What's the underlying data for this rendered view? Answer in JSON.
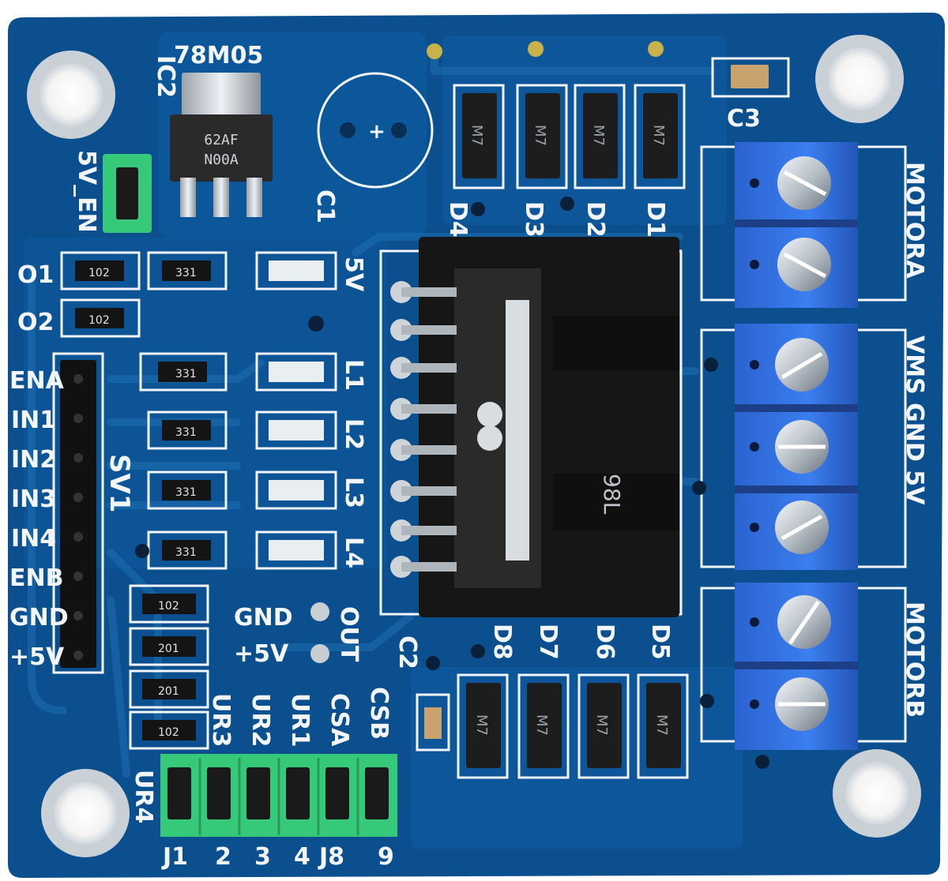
{
  "board": {
    "colors": {
      "board": "#0b4f8e",
      "copper": "#0d5ea3",
      "silkscreen": "#f2f6fb",
      "terminal": "#2f6fe0",
      "jumper": "#37c97a",
      "header": "#111111",
      "heatsink": "#161616",
      "chip": "#2a2a2a"
    }
  },
  "regulator": {
    "part_label": "78M05",
    "ref": "IC2",
    "marking_1": "62AF",
    "marking_2": "N00A"
  },
  "capacitors": {
    "c1": "C1",
    "c2": "C2",
    "c3": "C3",
    "polarity": "+"
  },
  "jumper_5v": {
    "label": "5V_EN"
  },
  "resistor_labels": {
    "o1": "O1",
    "o2": "O2",
    "r102": "102",
    "r331": "331",
    "r201": "201"
  },
  "leds": [
    "5V",
    "L1",
    "L2",
    "L3",
    "L4"
  ],
  "header_pins": [
    "ENA",
    "IN1",
    "IN2",
    "IN3",
    "IN4",
    "ENB",
    "GND",
    "+5V"
  ],
  "header_ref": "SV1",
  "output_pins": {
    "gnd": "GND",
    "vcc": "+5V",
    "out": "OUT"
  },
  "diodes_top": [
    "D4",
    "D3",
    "D2",
    "D1"
  ],
  "diodes_bottom": [
    "D8",
    "D7",
    "D6",
    "D5"
  ],
  "diode_marking": "M7",
  "driver_chip_marking": "98L",
  "terminals": {
    "motora": "MOTORA",
    "power": "VMS GND 5V",
    "motorb": "MOTORB"
  },
  "jumper_labels_top": [
    "UR4",
    "UR3",
    "UR2",
    "UR1",
    "CSA",
    "CSB"
  ],
  "jumper_labels_bottom": [
    "J1",
    "2",
    "3",
    "4",
    "J8",
    "9"
  ]
}
